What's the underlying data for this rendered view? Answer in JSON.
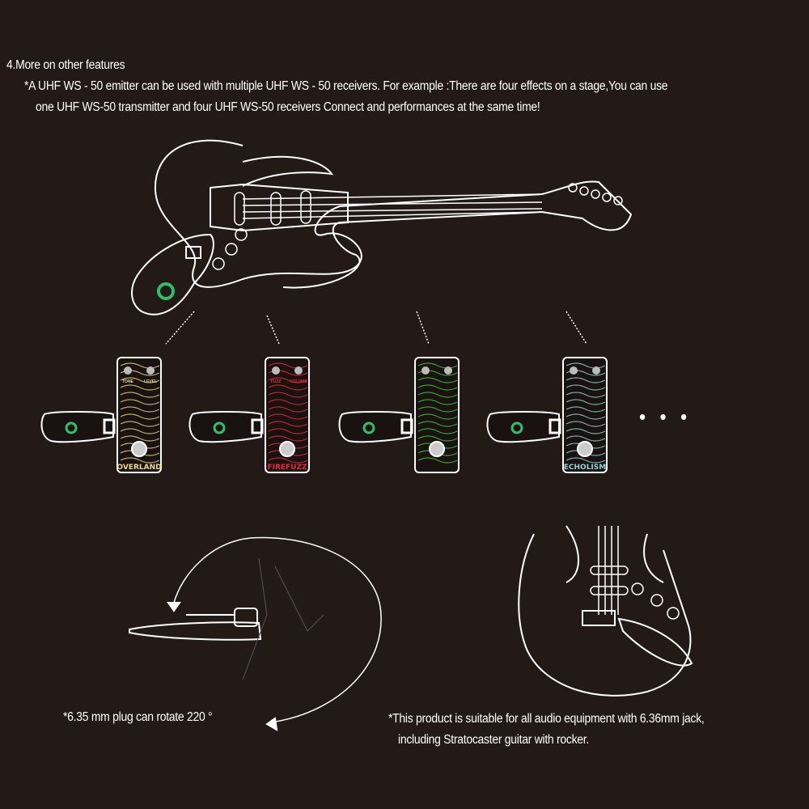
{
  "heading": "4.More on other features",
  "intro_line1": "*A UHF WS - 50 emitter can be used with multiple UHF WS - 50 receivers. For example :There are four effects on a stage,You can use",
  "intro_line2": "one UHF WS-50 transmitter and four UHF WS-50 receivers Connect and performances at the same time!",
  "pedals": [
    {
      "name": "OVERLAND",
      "knob_left": "TONE",
      "knob_right": "LEVEL",
      "color": "#e8d88a"
    },
    {
      "name": "FIREFUZZ",
      "knob_left": "FUZZ",
      "knob_right": "VOLUME",
      "color": "#e8283c"
    },
    {
      "name": "",
      "knob_left": "",
      "knob_right": "",
      "color": "#3cc83c"
    },
    {
      "name": "ECHOLISM",
      "knob_left": "",
      "knob_right": "",
      "color": "#8fd4d4"
    }
  ],
  "ellipsis": "• • •",
  "rotate_note": "*6.35 mm plug can rotate 220 °",
  "compat_line1": "*This product is suitable for all audio equipment with 6.36mm jack,",
  "compat_line2": "including Stratocaster guitar with rocker.",
  "colors": {
    "background": "#231a18",
    "accent_green": "#2fbf6a"
  }
}
